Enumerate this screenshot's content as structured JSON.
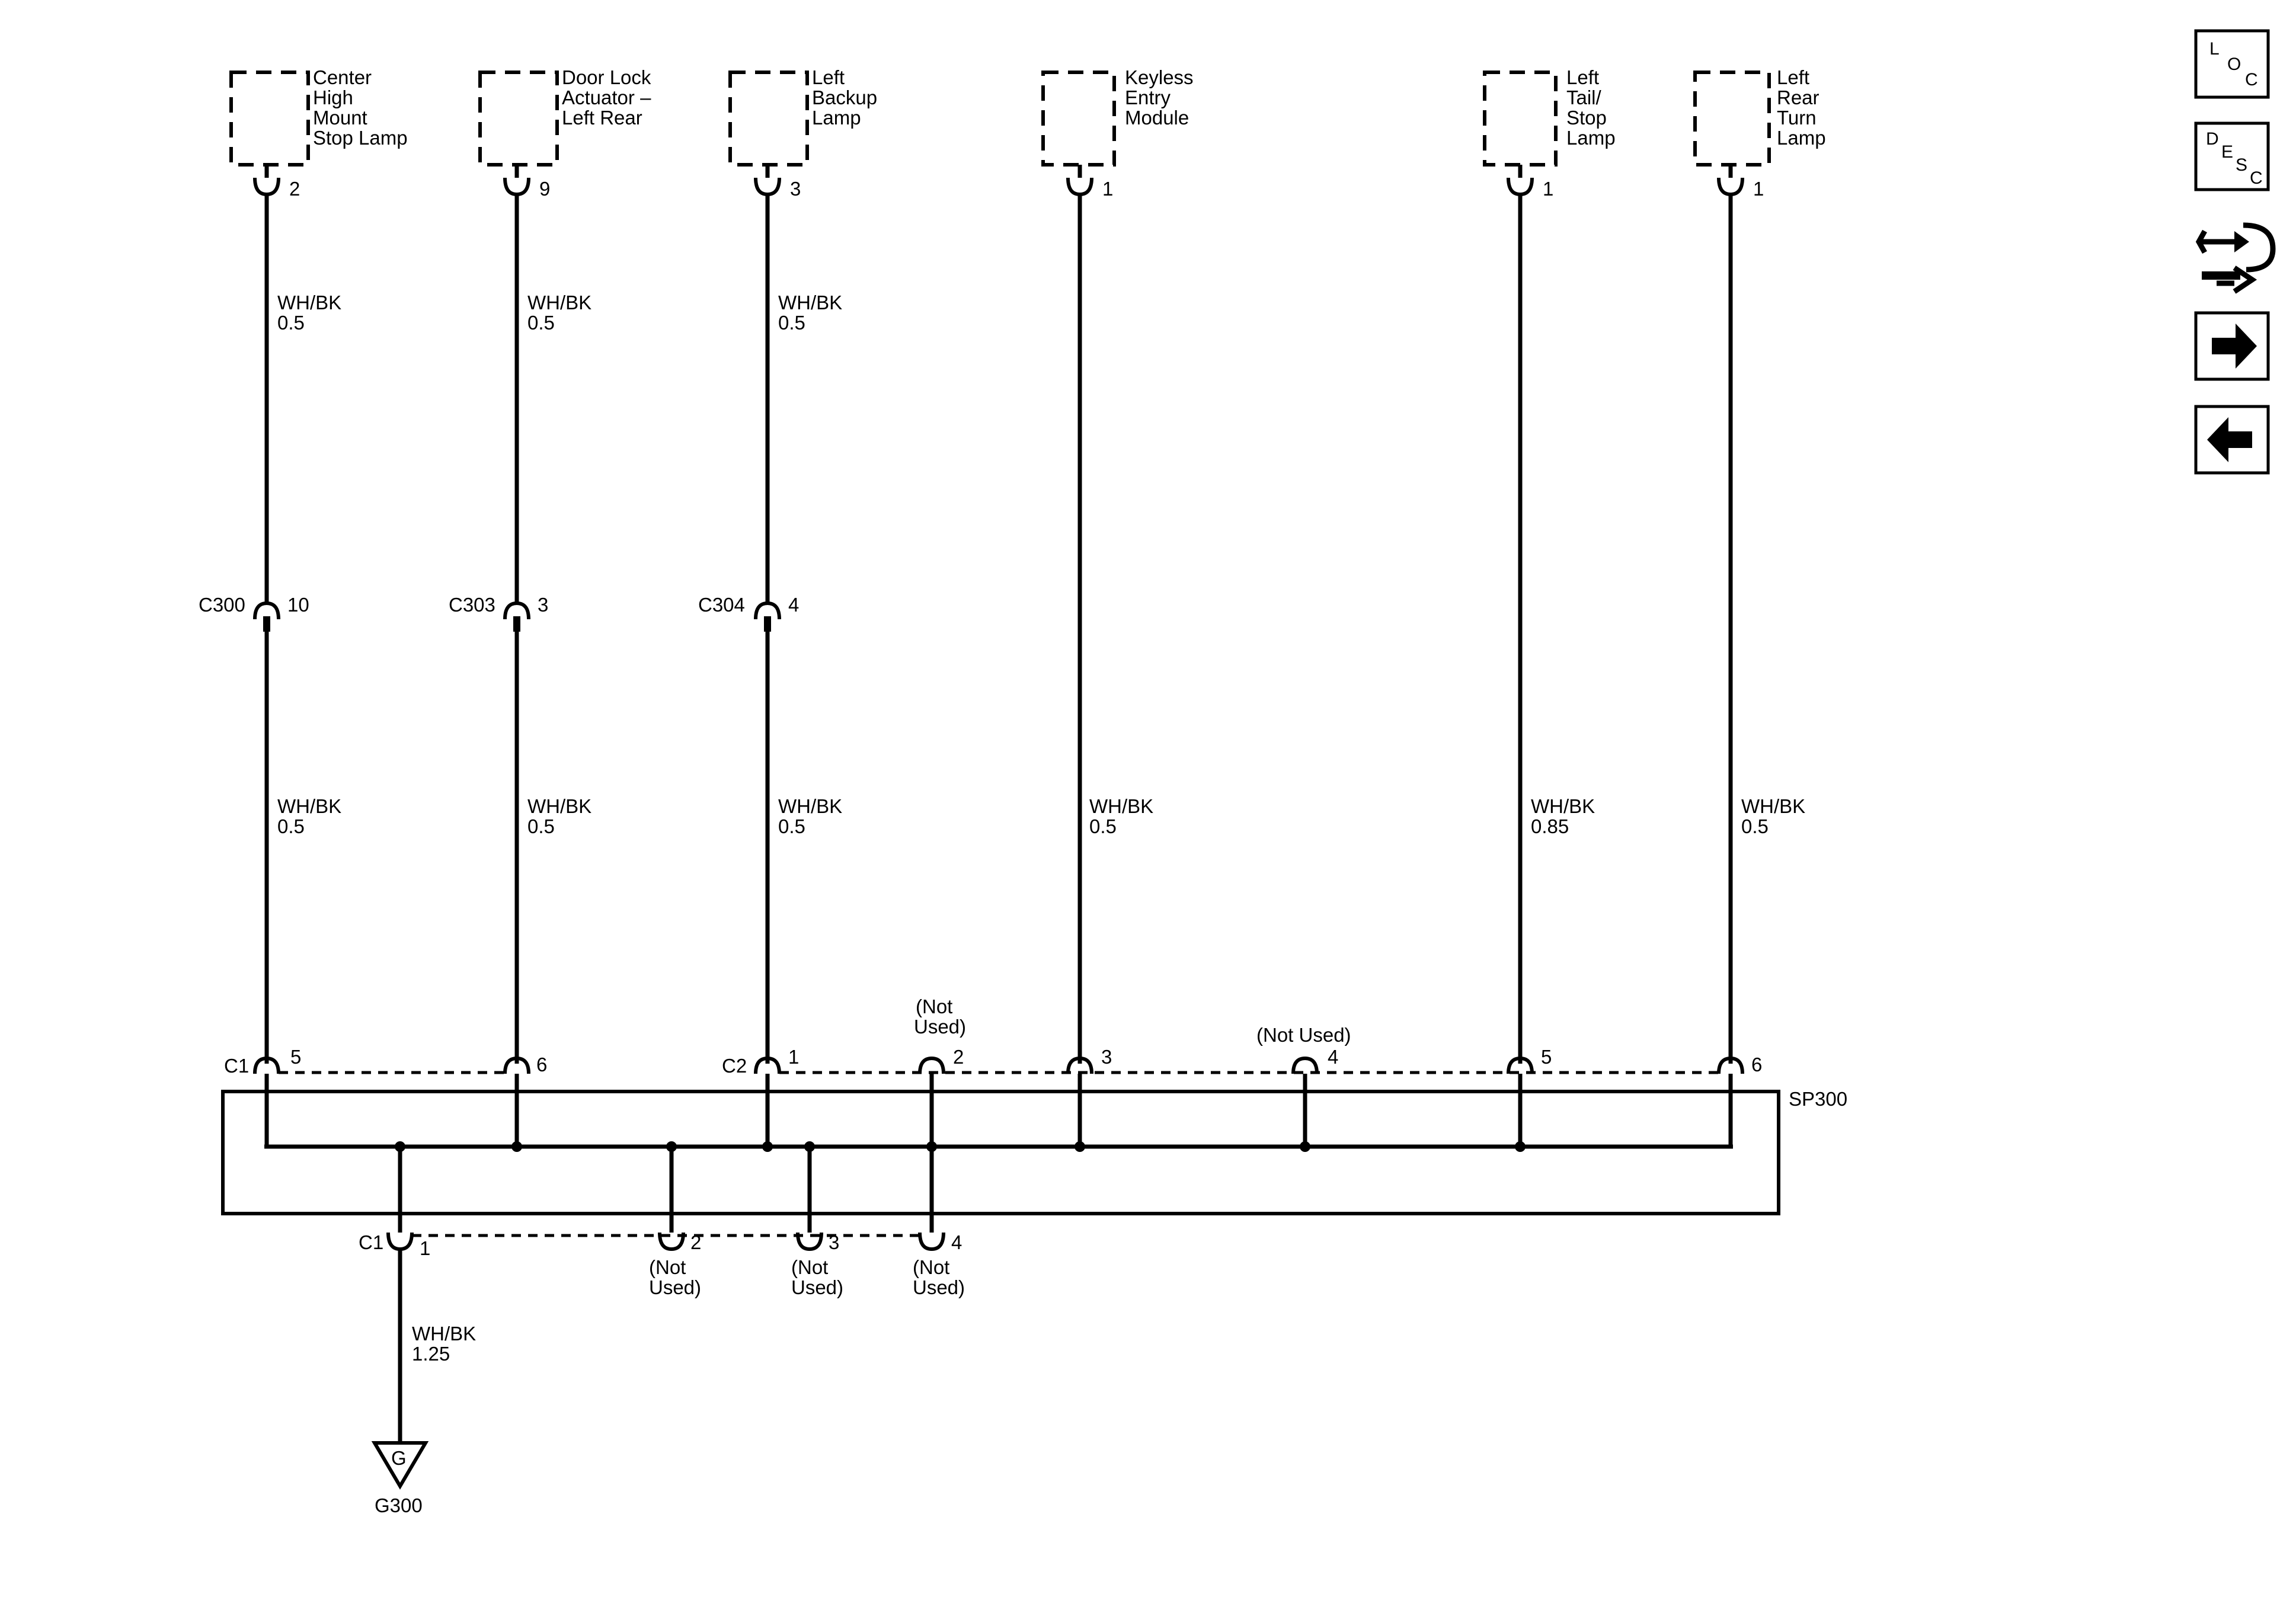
{
  "components": [
    {
      "id": "chmsl",
      "lines": [
        "Center",
        "High",
        "Mount",
        "Stop Lamp"
      ],
      "pin": "2"
    },
    {
      "id": "door-lock",
      "lines": [
        "Door Lock",
        "Actuator –",
        "Left Rear"
      ],
      "pin": "9"
    },
    {
      "id": "left-backup",
      "lines": [
        "Left",
        "Backup",
        "Lamp"
      ],
      "pin": "3"
    },
    {
      "id": "keyless",
      "lines": [
        "Keyless",
        "Entry",
        "Module"
      ],
      "pin": "1"
    },
    {
      "id": "left-tail",
      "lines": [
        "Left",
        "Tail/",
        "Stop",
        "Lamp"
      ],
      "pin": "1"
    },
    {
      "id": "left-rear-turn",
      "lines": [
        "Left",
        "Rear",
        "Turn",
        "Lamp"
      ],
      "pin": "1"
    }
  ],
  "upper_wires": [
    {
      "color": "WH/BK",
      "gauge": "0.5"
    },
    {
      "color": "WH/BK",
      "gauge": "0.5"
    },
    {
      "color": "WH/BK",
      "gauge": "0.5"
    }
  ],
  "inline_connectors": [
    {
      "name": "C300",
      "pin": "10"
    },
    {
      "name": "C303",
      "pin": "3"
    },
    {
      "name": "C304",
      "pin": "4"
    }
  ],
  "lower_wires": [
    {
      "color": "WH/BK",
      "gauge": "0.5"
    },
    {
      "color": "WH/BK",
      "gauge": "0.5"
    },
    {
      "color": "WH/BK",
      "gauge": "0.5"
    },
    {
      "color": "WH/BK",
      "gauge": "0.5"
    },
    {
      "color": "WH/BK",
      "gauge": "0.85"
    },
    {
      "color": "WH/BK",
      "gauge": "0.5"
    }
  ],
  "splice_top": {
    "c1_label": "C1",
    "c2_label": "C2",
    "pins": [
      "5",
      "6",
      "1",
      "2",
      "3",
      "4",
      "5",
      "6"
    ],
    "not_used_a": [
      "(Not",
      "Used)"
    ],
    "not_used_b": "(Not Used)"
  },
  "splice": {
    "name": "SP300"
  },
  "splice_bottom": {
    "label": "C1",
    "pins": [
      "1",
      "2",
      "3",
      "4"
    ],
    "not_used": [
      "(Not",
      "Used)"
    ]
  },
  "ground_wire": {
    "color": "WH/BK",
    "gauge": "1.25"
  },
  "ground": {
    "symbol": "G",
    "name": "G300"
  },
  "nav": {
    "loc": [
      "L",
      "O",
      "C"
    ],
    "desc": [
      "D",
      "E",
      "S",
      "C"
    ]
  }
}
